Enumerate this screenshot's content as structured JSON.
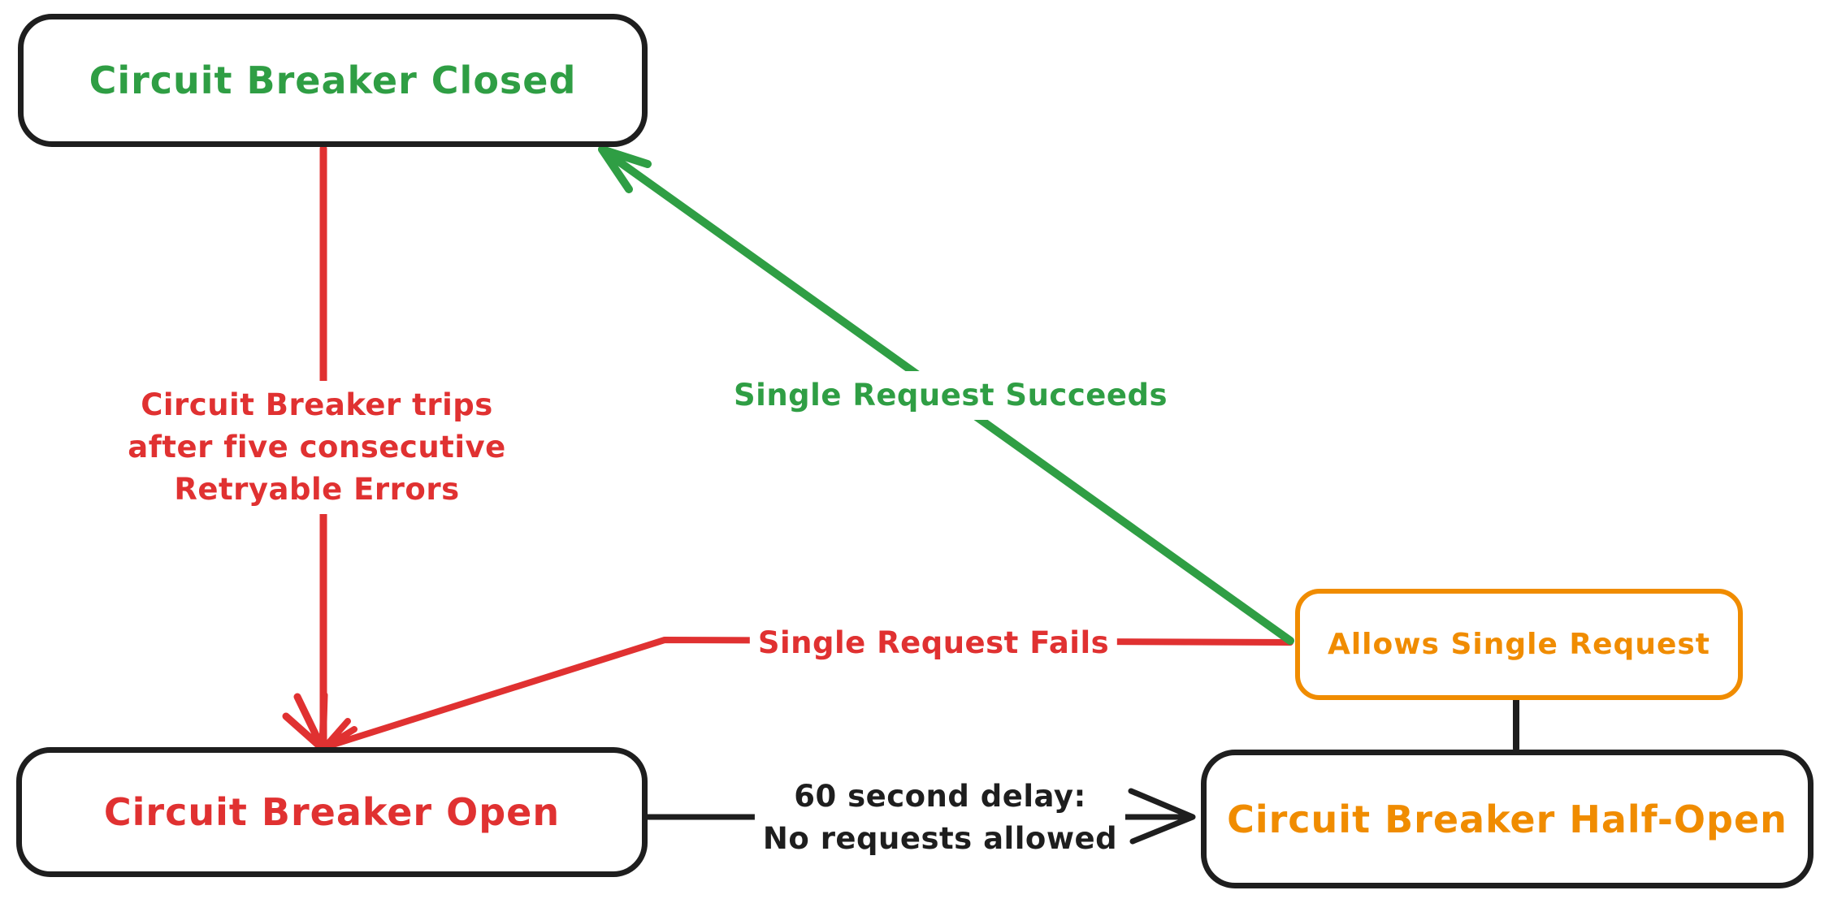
{
  "palette": {
    "green": "#2f9e44",
    "red": "#e03131",
    "orange": "#f08c00",
    "ink": "#1e1e1e",
    "background": "#ffffff"
  },
  "nodes": {
    "closed": {
      "label": "Circuit Breaker Closed",
      "text_color": "#2f9e44",
      "border_color": "#1e1e1e"
    },
    "open": {
      "label": "Circuit Breaker Open",
      "text_color": "#e03131",
      "border_color": "#1e1e1e"
    },
    "half_open": {
      "label": "Circuit Breaker Half-Open",
      "text_color": "#f08c00",
      "border_color": "#1e1e1e"
    },
    "allows": {
      "label": "Allows Single Request",
      "text_color": "#f08c00",
      "border_color": "#f08c00"
    }
  },
  "edges": {
    "trips": {
      "from": "closed",
      "to": "open",
      "color": "#e03131",
      "arrowhead": "to",
      "label_lines": [
        "Circuit Breaker trips",
        "after five consecutive",
        "Retryable Errors"
      ]
    },
    "succeeds": {
      "from": "allows",
      "to": "closed",
      "color": "#2f9e44",
      "arrowhead": "to",
      "label": "Single Request Succeeds"
    },
    "fails": {
      "from": "allows",
      "to": "open",
      "color": "#e03131",
      "arrowhead": "to",
      "label": "Single Request Fails"
    },
    "delay": {
      "from": "open",
      "to": "half_open",
      "color": "#1e1e1e",
      "arrowhead": "to",
      "label_lines": [
        "60 second delay:",
        "No requests allowed"
      ]
    },
    "probe_link": {
      "from": "half_open",
      "to": "allows",
      "color": "#1e1e1e",
      "arrowhead": "none",
      "label": ""
    }
  }
}
